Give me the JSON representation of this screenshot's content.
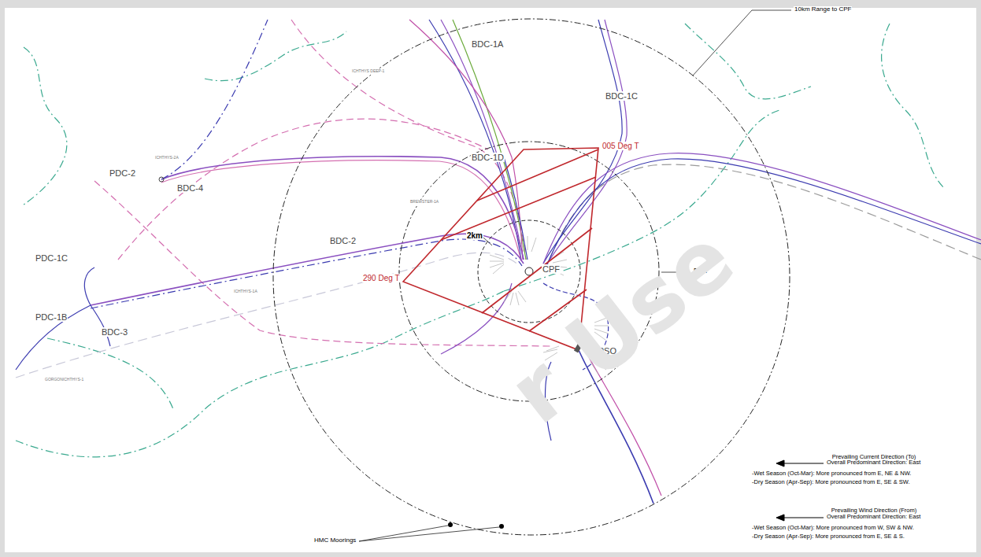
{
  "diagram": {
    "labels": [
      "10km Range to CPF",
      "BDC-1A",
      "BDC-1C",
      "005 Deg T",
      "BDC-1D",
      "ICHTHYS DEEP-1",
      "PDC-2",
      "ICHTHYS-2A",
      "BDC-4",
      "BREWSTER-1A",
      "2km",
      "CPF",
      "5km",
      "290 Deg T",
      "BDC-2",
      "PDC-1C",
      "PDC-1B",
      "ICHTHYS-1A",
      "BDC-3",
      "FPSO",
      "GORGONICHTHYS-1",
      "HMC Moorings",
      "Prevailing Current Direction (To)",
      "Overall Predominant Direction: East",
      "-Wet Season (Oct-Mar): More pronounced from E, NE & NW.",
      "-Dry Season (Apr-Sep): More pronounced from E, SE & SW.",
      "Prevailing Wind Direction (From)",
      "Overall Predominant Direction: East",
      "-Wet Season (Oct-Mar): More pronounced from W, SW & NW.",
      "-Dry Season (Apr-Sep): More pronounced from E, SE & S.",
      "r Use"
    ]
  }
}
